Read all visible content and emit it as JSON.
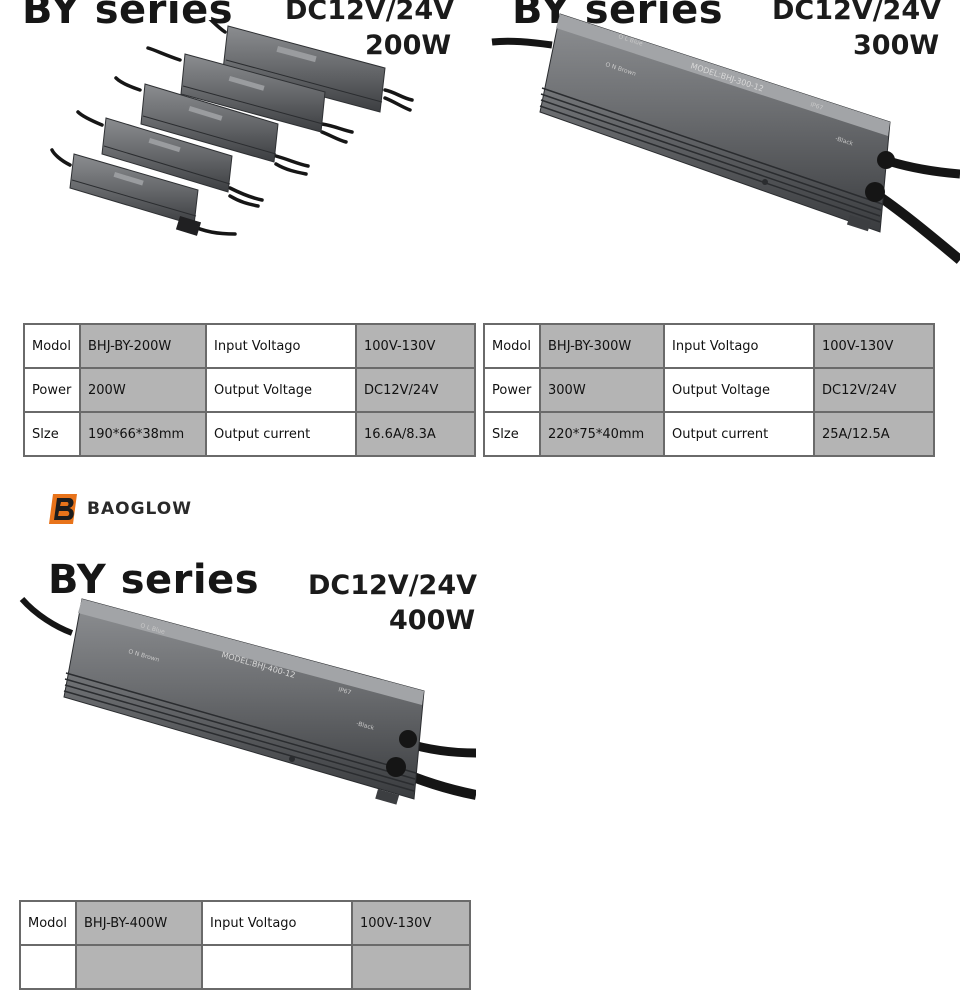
{
  "panel_200": {
    "title": "BY series",
    "voltage": "DC12V/24V",
    "wattage": "200W",
    "table": {
      "rows": [
        [
          "Modol",
          "BHJ-BY-200W",
          "Input Voltago",
          "100V-130V"
        ],
        [
          "Power",
          "200W",
          "Output Voltage",
          "DC12V/24V"
        ],
        [
          "Slze",
          "190*66*38mm",
          "Output current",
          "16.6A/8.3A"
        ]
      ]
    }
  },
  "panel_300": {
    "title": "BY series",
    "voltage": "DC12V/24V",
    "wattage": "300W",
    "device_label": "MODEL:BHJ-300-12",
    "table": {
      "rows": [
        [
          "Modol",
          "BHJ-BY-300W",
          "Input Voltago",
          "100V-130V"
        ],
        [
          "Power",
          "300W",
          "Output Voltage",
          "DC12V/24V"
        ],
        [
          "Slze",
          "220*75*40mm",
          "Output current",
          "25A/12.5A"
        ]
      ]
    }
  },
  "brand": {
    "name": "BAOGLOW"
  },
  "panel_400": {
    "title": "BY series",
    "voltage": "DC12V/24V",
    "wattage": "400W",
    "device_label": "MODEL:BHJ-400-12",
    "table": {
      "rows": [
        [
          "Modol",
          "BHJ-BY-400W",
          "Input Voltago",
          "100V-130V"
        ]
      ]
    }
  },
  "colors": {
    "housing": "#6c6e71",
    "housing_dark": "#3e4043",
    "cable": "#1a1a1a",
    "cell_gray": "#b4b4b4",
    "logo_orange": "#e8731a"
  }
}
